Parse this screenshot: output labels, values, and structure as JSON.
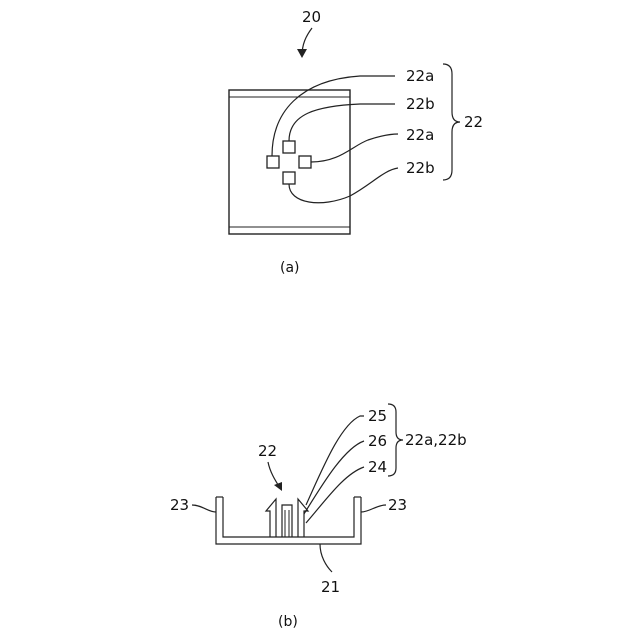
{
  "figure_a": {
    "reference_label": "20",
    "group_label": "22",
    "part_labels": [
      "22a",
      "22b",
      "22a",
      "22b"
    ],
    "caption": "(a)"
  },
  "figure_b": {
    "center_label": "22",
    "group_label": "22a,22b",
    "part_labels": [
      "25",
      "26",
      "24"
    ],
    "side_label_left": "23",
    "side_label_right": "23",
    "bottom_label": "21",
    "caption": "(b)"
  }
}
